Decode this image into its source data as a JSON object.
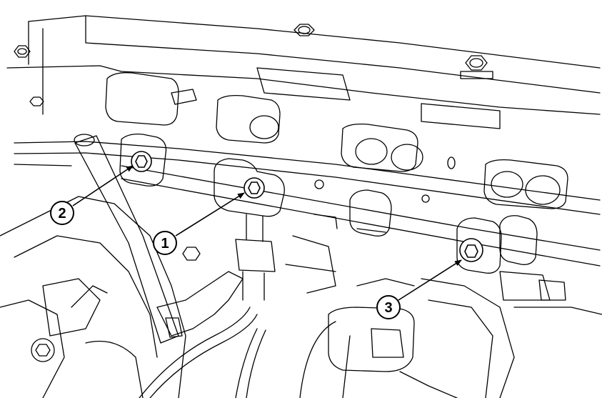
{
  "callouts": [
    {
      "id": "callout-1",
      "label": "1"
    },
    {
      "id": "callout-2",
      "label": "2"
    },
    {
      "id": "callout-3",
      "label": "3"
    }
  ],
  "colors": {
    "line": "#000000",
    "background": "#ffffff"
  }
}
